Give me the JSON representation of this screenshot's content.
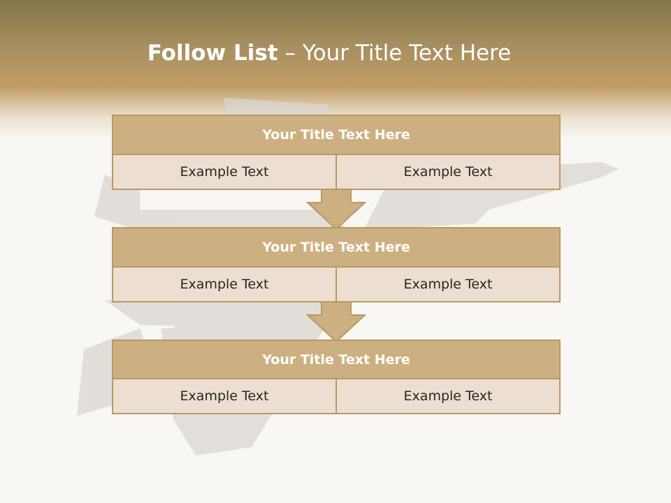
{
  "slide": {
    "title_bold": "Follow List",
    "title_rest": " – Your Title Text Here"
  },
  "blocks": [
    {
      "title": "Your Title Text Here",
      "left": "Example Text",
      "right": "Example Text"
    },
    {
      "title": "Your Title Text Here",
      "left": "Example Text",
      "right": "Example Text"
    },
    {
      "title": "Your Title Text Here",
      "left": "Example Text",
      "right": "Example Text"
    }
  ],
  "colors": {
    "header_dark": "#85744a",
    "header_gold": "#c19d65",
    "block_title_fill": "#cdb081",
    "block_cell_fill": "#ecdfd2",
    "border": "#b79a60"
  },
  "background_image": "faded-fighter-jet"
}
